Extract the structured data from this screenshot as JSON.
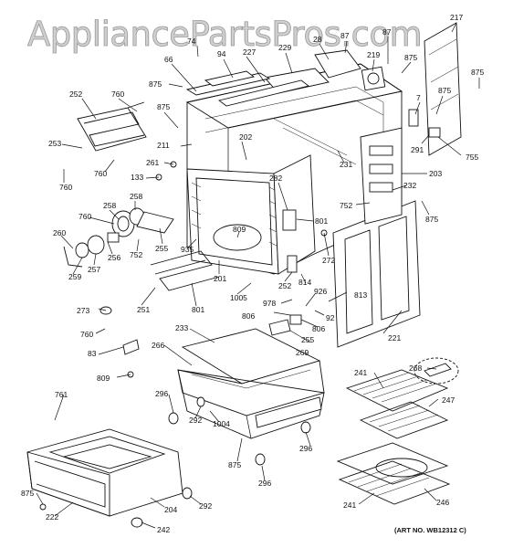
{
  "watermark": "AppliancePartsPros.com",
  "art_number": "(ART NO. WB12312 C)",
  "part_labels": {
    "p74": "74",
    "p66": "66",
    "p94": "94",
    "p227": "227",
    "p229": "229",
    "p28": "28",
    "p87a": "87",
    "p87b": "87",
    "p219": "219",
    "p217": "217",
    "p875a": "875",
    "p875b": "875",
    "p875c": "875",
    "p875d": "875",
    "p875e": "875",
    "p875f": "875",
    "p875g": "875",
    "p875h": "875",
    "p7": "7",
    "p291": "291",
    "p755": "755",
    "p252a": "252",
    "p760a": "760",
    "p253": "253",
    "p760b": "760",
    "p760c": "760",
    "p760d": "760",
    "p760e": "760",
    "p211": "211",
    "p202": "202",
    "p261": "261",
    "p133": "133",
    "p231": "231",
    "p203": "203",
    "p282": "282",
    "p232": "232",
    "p752a": "752",
    "p752b": "752",
    "p258a": "258",
    "p258b": "258",
    "p260": "260",
    "p256": "256",
    "p257": "257",
    "p259": "259",
    "p255a": "255",
    "p255b": "255",
    "p809a": "809",
    "p809b": "809",
    "p801a": "801",
    "p801b": "801",
    "p935": "935",
    "p201": "201",
    "p272": "272",
    "p251": "251",
    "p1005": "1005",
    "p252b": "252",
    "p814": "814",
    "p926": "926",
    "p978": "978",
    "p813": "813",
    "p273": "273",
    "p806a": "806",
    "p806b": "806",
    "p92": "92",
    "p221": "221",
    "p233": "233",
    "p269": "269",
    "p83": "83",
    "p266": "266",
    "p268": "268",
    "p241a": "241",
    "p241b": "241",
    "p247": "247",
    "p761": "761",
    "p296a": "296",
    "p296b": "296",
    "p296c": "296",
    "p292a": "292",
    "p292b": "292",
    "p1004": "1004",
    "p222": "222",
    "p204": "204",
    "p242": "242",
    "p246": "246"
  }
}
